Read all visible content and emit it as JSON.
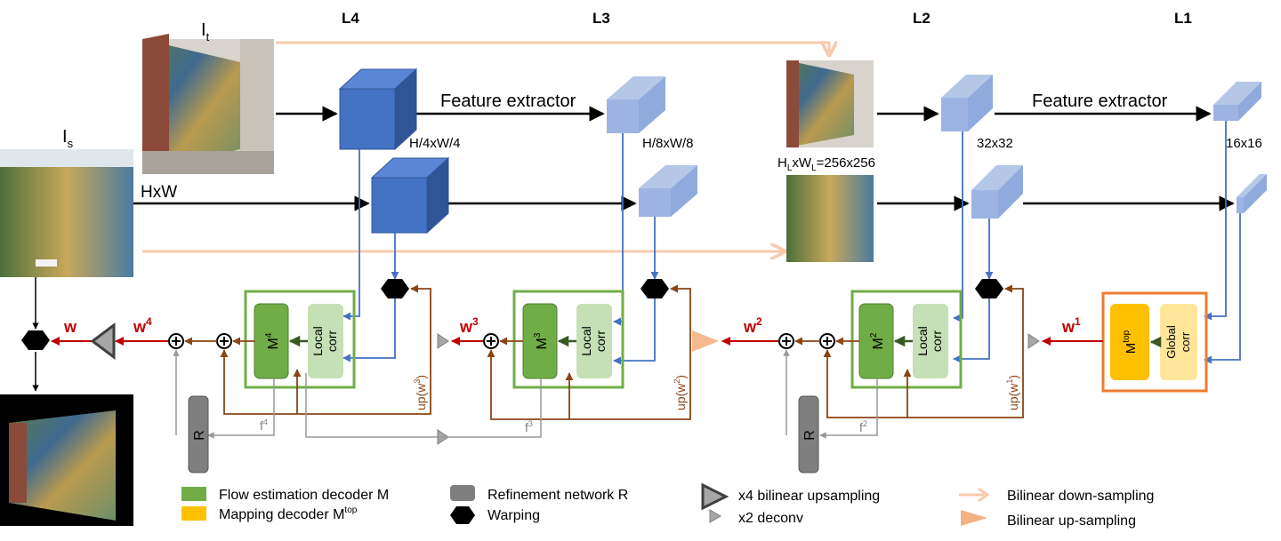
{
  "levels": {
    "l4": "L4",
    "l3": "L3",
    "l2": "L2",
    "l1": "L1"
  },
  "images": {
    "target_label": "I",
    "target_sub": "t",
    "source_label": "I",
    "source_sub": "s"
  },
  "labels": {
    "feature_extractor_left": "Feature extractor",
    "feature_extractor_right": "Feature extractor",
    "hxw": "HxW",
    "h4w4": "H/4xW/4",
    "h8w8": "H/8xW/8",
    "hl_a": "H",
    "hl_sub_a": "L",
    "hl_b": "xW",
    "hl_sub_b": "L",
    "hl_c": "=256x256",
    "s32": "32x32",
    "s16": "16x16"
  },
  "modules": {
    "m4": {
      "main": "M",
      "sup": "4"
    },
    "m3": {
      "main": "M",
      "sup": "3"
    },
    "m2": {
      "main": "M",
      "sup": "2"
    },
    "mtop": {
      "main": "M",
      "sup": "top"
    },
    "local_corr_1": "Local",
    "local_corr_2": "corr",
    "global_corr_1": "Global",
    "global_corr_2": "corr",
    "refine": "R"
  },
  "flows": {
    "w": "w",
    "w4": "w",
    "w4_sup": "4",
    "w3": "w",
    "w3_sup": "3",
    "w2": "w",
    "w2_sup": "2",
    "w1": "w",
    "w1_sup": "1"
  },
  "up_labels": {
    "up3": "up(w",
    "up3_sup": "3",
    "up3_end": ")",
    "up2": "up(w",
    "up2_sup": "2",
    "up2_end": ")",
    "up1": "up(w",
    "up1_sup": "1",
    "up1_end": ")"
  },
  "features": {
    "f4": "f",
    "f4_sup": "4",
    "f3": "f",
    "f3_sup": "3",
    "f2": "f",
    "f2_sup": "2"
  },
  "legend": {
    "flow_decoder": "Flow estimation decoder M",
    "mapping_decoder": "Mapping decoder M",
    "mapping_decoder_sup": "top",
    "refinement": "Refinement network R",
    "warping": "Warping",
    "x4_upsampling": "x4 bilinear upsampling",
    "x2_deconv": "x2 deconv",
    "bilinear_down": "Bilinear down-sampling",
    "bilinear_up": "Bilinear up-sampling"
  },
  "colors": {
    "flow_decoder": "#70ad47",
    "local_corr": "#c5e0b4",
    "mapping_decoder": "#ffc000",
    "global_corr": "#ffe699",
    "mapping_border": "#ed7d31",
    "feature_dark": "#4472c4",
    "feature_light": "#9db4e3",
    "arrow_blue": "#4472c4",
    "arrow_brown": "#8b4513",
    "arrow_red": "#c00000",
    "arrow_gray": "#999999",
    "arrow_peach": "#f8cbad"
  }
}
